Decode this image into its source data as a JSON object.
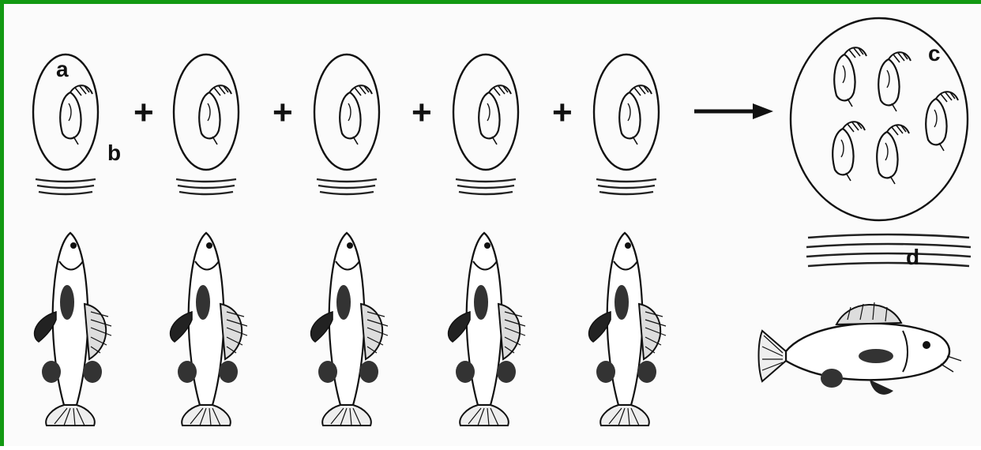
{
  "labels": {
    "a": "a",
    "b": "b",
    "c": "c",
    "d": "d"
  },
  "operators": {
    "plus": "+"
  },
  "colors": {
    "frame": "#129912",
    "ink": "#111111"
  },
  "icons": [
    "crustacean-icon",
    "fish-icon",
    "arrow-icon"
  ]
}
